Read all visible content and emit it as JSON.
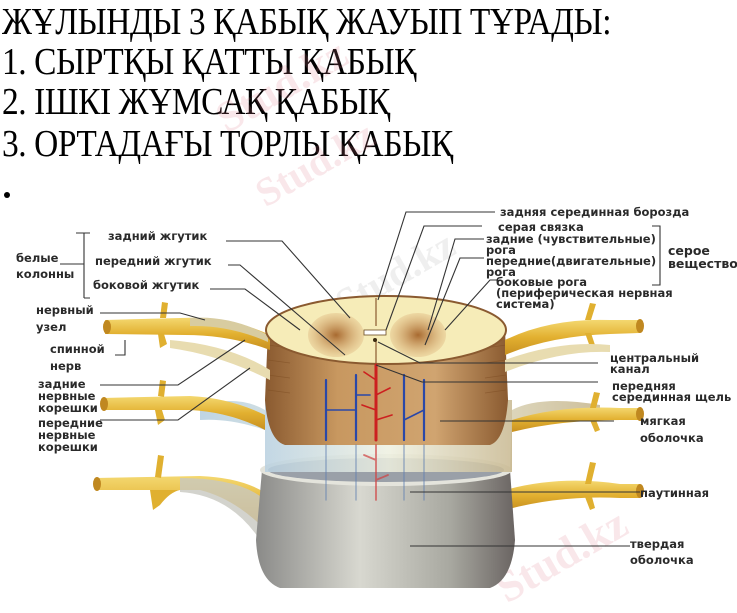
{
  "heading": {
    "title": "ЖҰЛЫНДЫ 3 ҚАБЫҚ ЖАУЫП ТҰРАДЫ:",
    "items": [
      "1. СЫРТҚЫ ҚАТТЫ ҚАБЫҚ",
      "2. ІШКІ ЖҰМСАҚ ҚАБЫҚ",
      "3. ОРТАДАҒЫ ТОРЛЫ ҚАБЫҚ"
    ],
    "bullet": "•"
  },
  "diagram": {
    "left_labels": {
      "group_label": [
        "белые",
        "колонны"
      ],
      "group_items": [
        "задний жгутик",
        "передний жгутик",
        "боковой жгутик"
      ],
      "nerve_ganglion": [
        "нервный",
        "узел"
      ],
      "spinal_nerve": [
        "спинной",
        "нерв"
      ],
      "posterior_roots": [
        "задние",
        "нервные",
        "корешки"
      ],
      "anterior_roots": [
        "передние",
        "нервные",
        "корешки"
      ]
    },
    "right_labels": {
      "posterior_median_sulcus": "задняя серединная борозда",
      "gray_commissure": "серая связка",
      "posterior_horns": [
        "задние (чувствительные)",
        "рога"
      ],
      "anterior_horns": [
        "передние(двигательные)",
        "рога"
      ],
      "lateral_horns": [
        "боковые рога",
        "(периферическая нервная",
        "система)"
      ],
      "gray_matter_group": [
        "серое",
        "вещество"
      ],
      "central_canal": [
        "центральный",
        "канал"
      ],
      "anterior_median_fissure": [
        "передняя",
        "серединная щель"
      ],
      "pia_mater": [
        "мягкая",
        "оболочка"
      ],
      "arachnoid": "паутинная",
      "dura_mater": [
        "твердая",
        "оболочка"
      ]
    },
    "colors": {
      "nerve_yellow": "#e8b838",
      "white_matter": "#f6ecb8",
      "gray_matter": "#b8743a",
      "cord_brown": "#b88a50",
      "pia_blue": "#c8dce8",
      "dura_grey": "#9a9a98",
      "artery_red": "#d02020",
      "vein_blue": "#2040a0",
      "leader_line": "#333333"
    }
  },
  "watermark": {
    "text": "Stud.kz"
  }
}
